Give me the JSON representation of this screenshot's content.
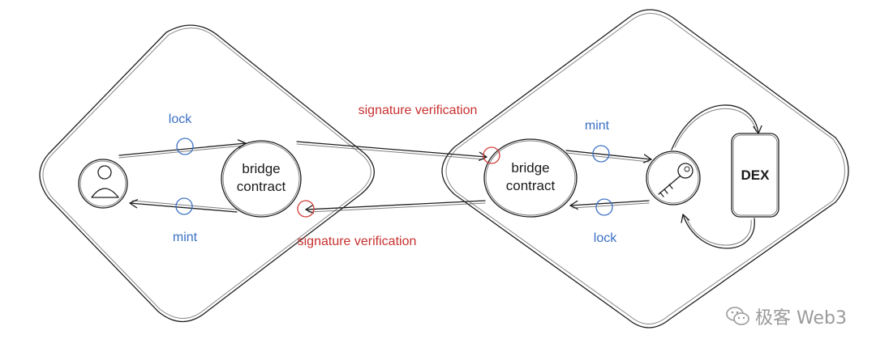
{
  "colors": {
    "stroke": "#1f1f1f",
    "label_blue": "#3a6fc4",
    "label_red": "#c8302f",
    "blue_marker": "#3a6fc4",
    "red_marker": "#d23a36",
    "watermark": "#9a9a9a"
  },
  "nodes": {
    "left_bridge": {
      "line1": "bridge",
      "line2": "contract"
    },
    "right_bridge": {
      "line1": "bridge",
      "line2": "contract"
    },
    "dex": {
      "label": "DEX"
    }
  },
  "edges": {
    "left_lock": "lock",
    "left_mint": "mint",
    "sig_top": "signature verification",
    "sig_bottom": "signature verification",
    "right_mint": "mint",
    "right_lock": "lock"
  },
  "icons": {
    "user": "user-icon",
    "key": "key-icon",
    "watermark": "wechat-icon"
  },
  "watermark": {
    "text": "极客 Web3"
  }
}
